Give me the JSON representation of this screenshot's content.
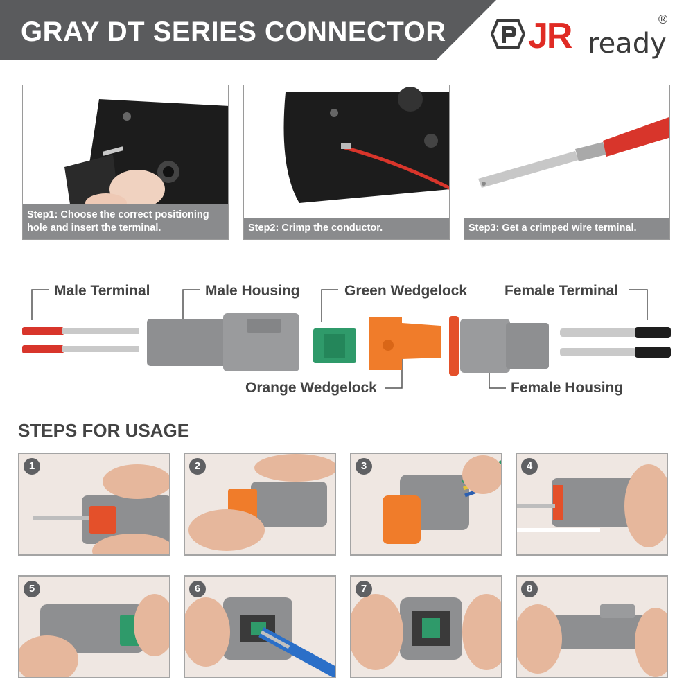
{
  "header": {
    "title": "GRAY DT SERIES CONNECTOR",
    "logo_jr": "JR",
    "logo_ready": "ready",
    "logo_registered": "®"
  },
  "crimp_steps": [
    {
      "caption": "Step1: Choose the correct positioning hole and insert the terminal."
    },
    {
      "caption": "Step2: Crimp the conductor."
    },
    {
      "caption": "Step3: Get a crimped wire terminal."
    }
  ],
  "diagram": {
    "labels": {
      "male_terminal": "Male Terminal",
      "male_housing": "Male Housing",
      "green_wedgelock": "Green Wedgelock",
      "female_terminal": "Female Terminal",
      "orange_wedgelock": "Orange Wedgelock",
      "female_housing": "Female Housing"
    },
    "colors": {
      "wire_red": "#d8352b",
      "wire_black": "#1e1e1e",
      "housing_gray": "#8e8f91",
      "wedgelock_green": "#2f9a6a",
      "wedgelock_orange": "#f07c2a",
      "seal_orange": "#e4502a"
    }
  },
  "usage": {
    "title": "STEPS FOR USAGE",
    "steps": [
      {
        "number": "1"
      },
      {
        "number": "2"
      },
      {
        "number": "3"
      },
      {
        "number": "4"
      },
      {
        "number": "5"
      },
      {
        "number": "6"
      },
      {
        "number": "7"
      },
      {
        "number": "8"
      }
    ]
  }
}
